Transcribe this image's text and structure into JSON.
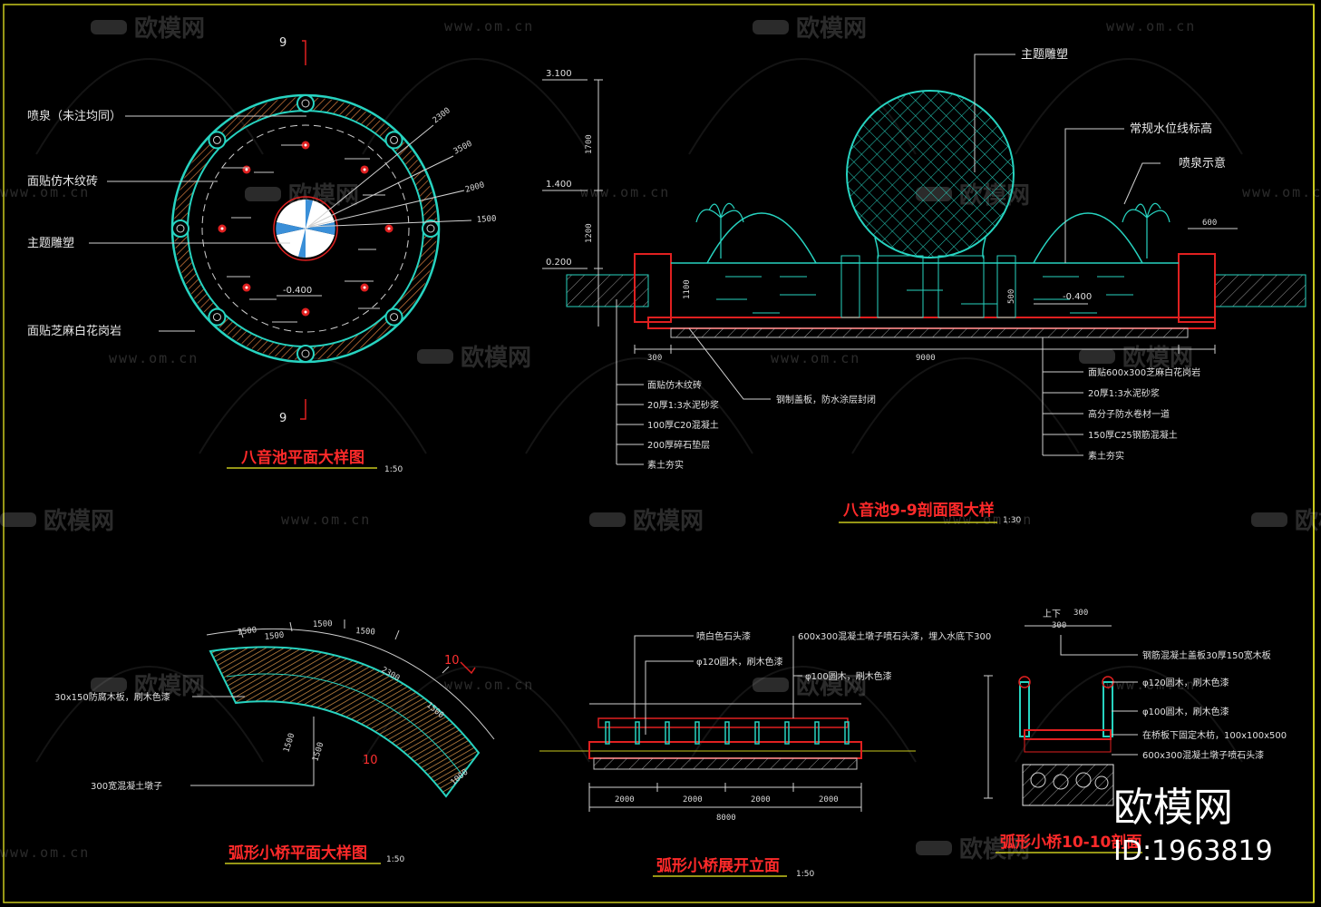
{
  "frame_color": "#c8c81e",
  "accent_cyan": "#27d3c0",
  "accent_red": "#e02020",
  "watermark": {
    "logo_text": "欧模网",
    "url": "www.om.cn",
    "icon": "sofa-icon"
  },
  "brand": {
    "logo_text": "欧模网",
    "id_text": "ID:1963819"
  },
  "plan_view": {
    "title": "八音池平面大样图",
    "scale": "1:50",
    "section_mark": "9",
    "elevation": "-0.400",
    "labels": [
      "喷泉（未注均同）",
      "面贴仿木纹砖",
      "主题雕塑",
      "面贴芝麻白花岗岩"
    ],
    "dims": [
      "2300",
      "3500",
      "2000",
      "1500"
    ]
  },
  "section_view": {
    "title": "八音池9-9剖面图大样",
    "scale": "1:30",
    "elevations": [
      "3.100",
      "1.400",
      "0.200",
      "-0.400"
    ],
    "vertical_dims": [
      "1700",
      "1200",
      "1100",
      "500"
    ],
    "dims": [
      "300",
      "9000",
      "600"
    ],
    "top_labels": [
      "主题雕塑",
      "常规水位线标高",
      "喷泉示意"
    ],
    "left_labels": [
      "面贴仿木纹砖",
      "20厚1:3水泥砂浆",
      "100厚C20混凝土",
      "200厚碎石垫层",
      "素土夯实"
    ],
    "middle_label": "钢制盖板，防水涂层封闭",
    "right_labels": [
      "面贴600x300芝麻白花岗岩",
      "20厚1:3水泥砂浆",
      "高分子防水卷材一道",
      "150厚C25钢筋混凝土",
      "素土夯实"
    ]
  },
  "bridge_plan": {
    "title": "弧形小桥平面大样图",
    "scale": "1:50",
    "section_mark": "10",
    "labels": [
      "30x150防腐木板，刷木色漆",
      "300宽混凝土墩子"
    ],
    "dims": [
      "1500",
      "1500",
      "2300",
      "1500",
      "1500",
      "1500",
      "1500",
      "1000",
      "1500"
    ]
  },
  "bridge_elevation": {
    "title": "弧形小桥展开立面",
    "scale": "1:50",
    "labels": [
      "喷白色石头漆",
      "φ120圆木，刷木色漆",
      "600x300混凝土墩子喷石头漆，埋入水底下300",
      "φ100圆木，刷木色漆"
    ],
    "dims": [
      "2000",
      "2000",
      "2000",
      "2000",
      "8000"
    ]
  },
  "bridge_section": {
    "title": "弧形小桥10-10剖面",
    "labels": [
      "钢筋混凝土盖板30厚150宽木板",
      "φ120圆木，刷木色漆",
      "φ100圆木，刷木色漆",
      "在桥板下固定木枋，100x100x500",
      "600x300混凝土墩子喷石头漆"
    ],
    "dims": [
      "上下",
      "300",
      "300"
    ]
  }
}
